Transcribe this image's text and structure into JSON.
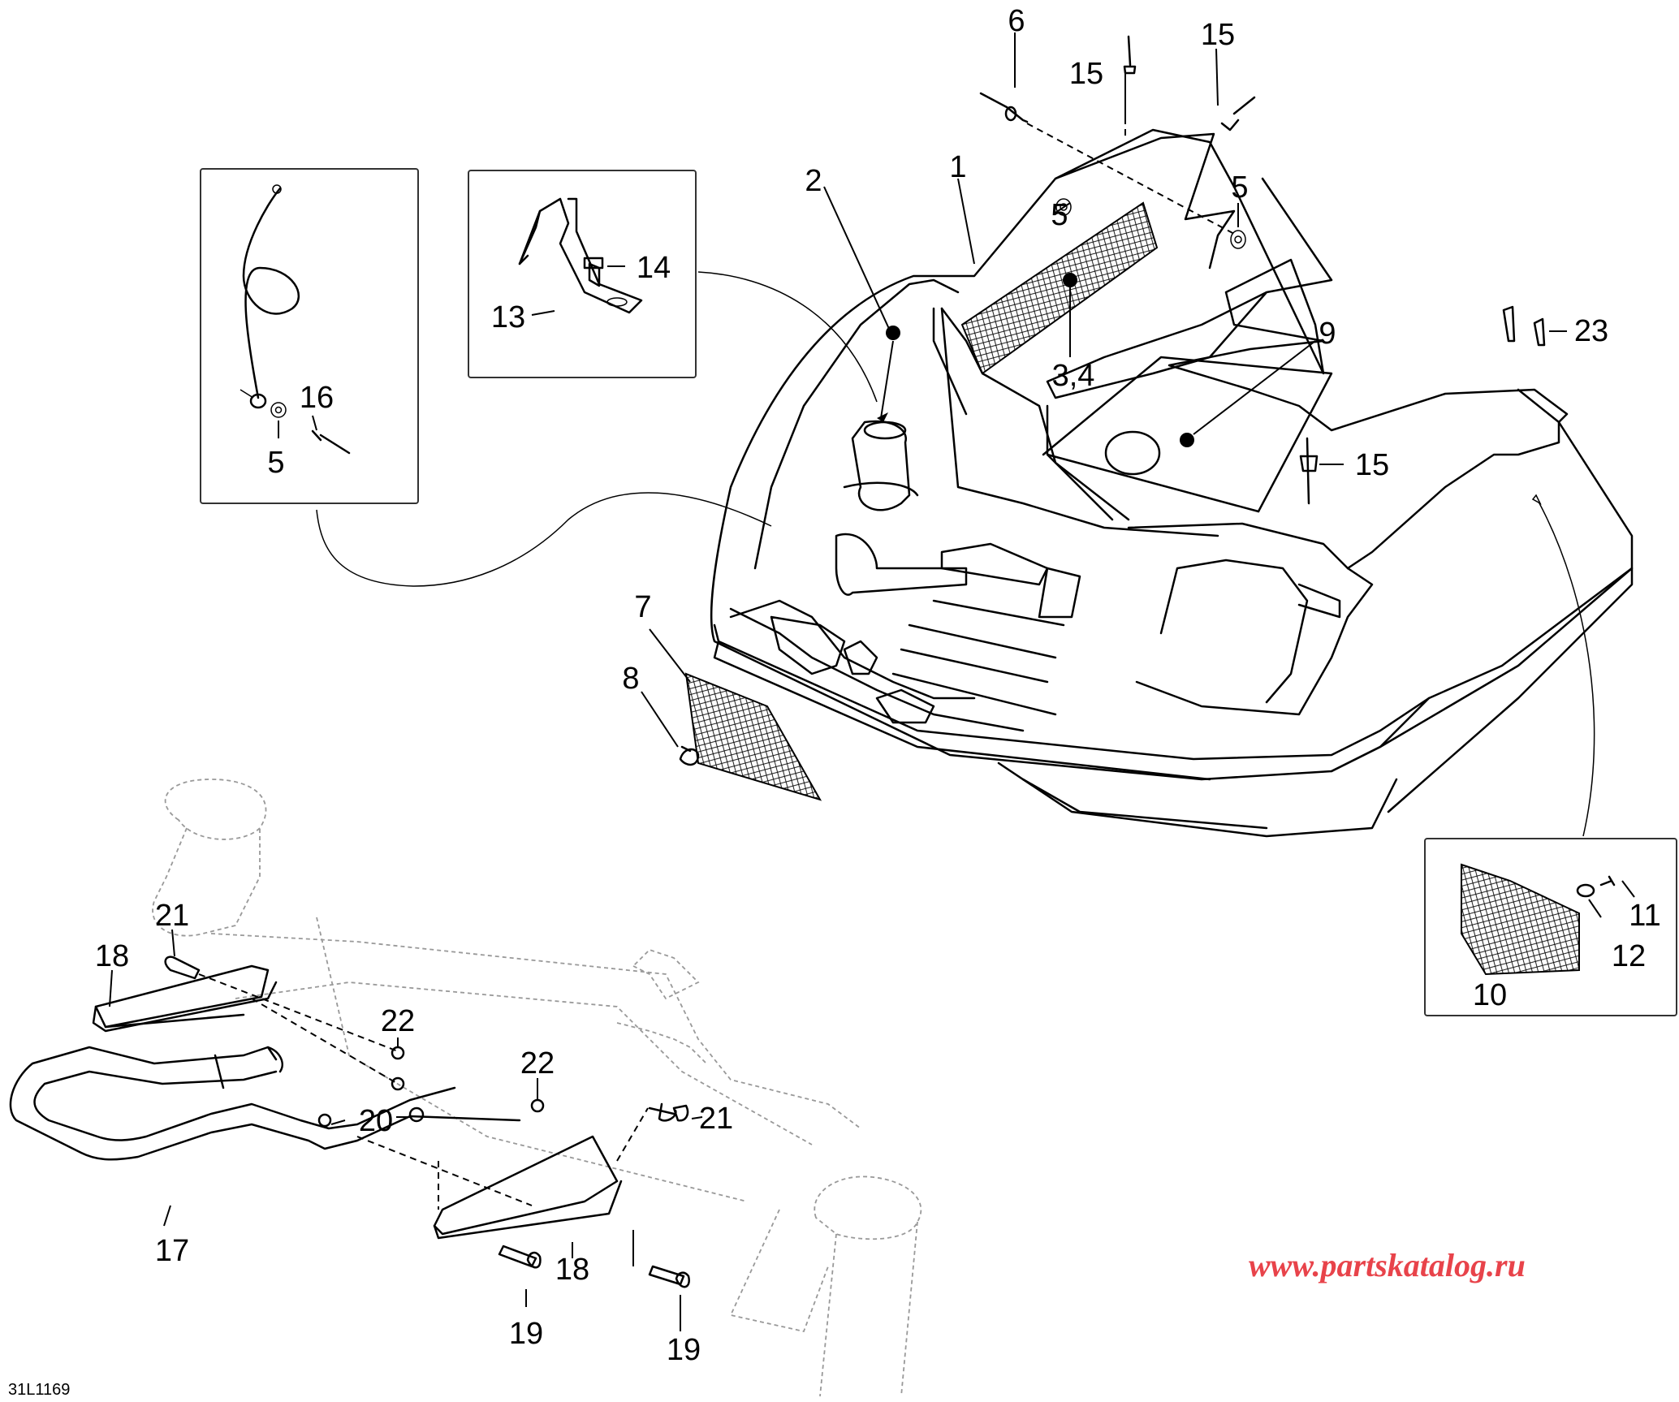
{
  "diagram_code": "31L1169",
  "watermark": {
    "text": "www.partskatalog.ru",
    "color": "#e8434a"
  },
  "callouts": [
    {
      "id": "c1",
      "text": "1"
    },
    {
      "id": "c2",
      "text": "2"
    },
    {
      "id": "c34",
      "text": "3,4"
    },
    {
      "id": "c5a",
      "text": "5"
    },
    {
      "id": "c5b",
      "text": "5"
    },
    {
      "id": "c5c",
      "text": "5"
    },
    {
      "id": "c6",
      "text": "6"
    },
    {
      "id": "c7",
      "text": "7"
    },
    {
      "id": "c8",
      "text": "8"
    },
    {
      "id": "c9",
      "text": "9"
    },
    {
      "id": "c10",
      "text": "10"
    },
    {
      "id": "c11",
      "text": "11"
    },
    {
      "id": "c12",
      "text": "12"
    },
    {
      "id": "c13",
      "text": "13"
    },
    {
      "id": "c14",
      "text": "14"
    },
    {
      "id": "c15a",
      "text": "15"
    },
    {
      "id": "c15b",
      "text": "15"
    },
    {
      "id": "c15c",
      "text": "15"
    },
    {
      "id": "c16",
      "text": "16"
    },
    {
      "id": "c17",
      "text": "17"
    },
    {
      "id": "c18a",
      "text": "18"
    },
    {
      "id": "c18b",
      "text": "18"
    },
    {
      "id": "c19a",
      "text": "19"
    },
    {
      "id": "c19b",
      "text": "19"
    },
    {
      "id": "c20",
      "text": "20"
    },
    {
      "id": "c21a",
      "text": "21"
    },
    {
      "id": "c21b",
      "text": "21"
    },
    {
      "id": "c22a",
      "text": "22"
    },
    {
      "id": "c22b",
      "text": "22"
    },
    {
      "id": "c23",
      "text": "23"
    }
  ]
}
